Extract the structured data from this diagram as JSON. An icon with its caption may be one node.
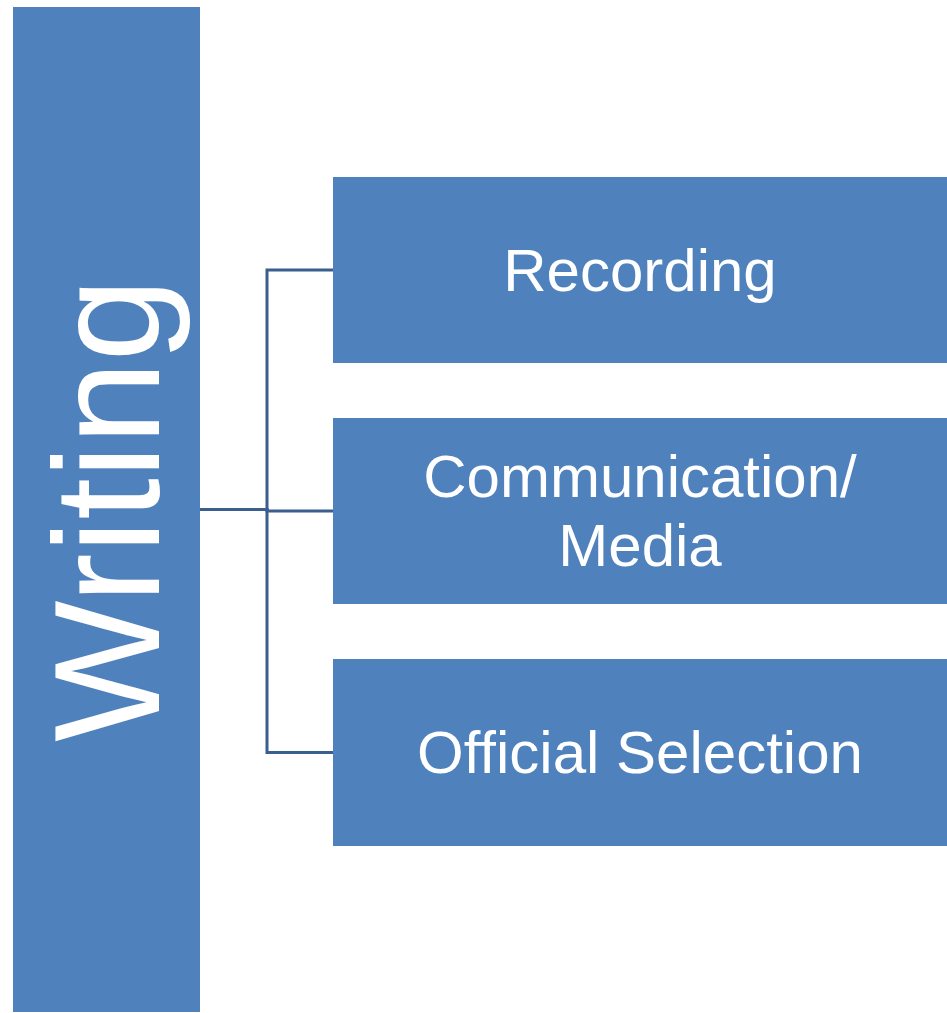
{
  "diagram": {
    "nodes": [
      {
        "text": [
          "Writing"
        ]
      },
      {
        "text": [
          "Recording"
        ]
      },
      {
        "text": [
          "Communication/ Media"
        ]
      },
      {
        "text": [
          "Official Selection"
        ]
      }
    ],
    "edges": [
      {
        "from": 0,
        "to": 1,
        "arrow": "none"
      },
      {
        "from": 0,
        "to": 2,
        "arrow": "none"
      },
      {
        "from": 0,
        "to": 3,
        "arrow": "none"
      }
    ]
  }
}
